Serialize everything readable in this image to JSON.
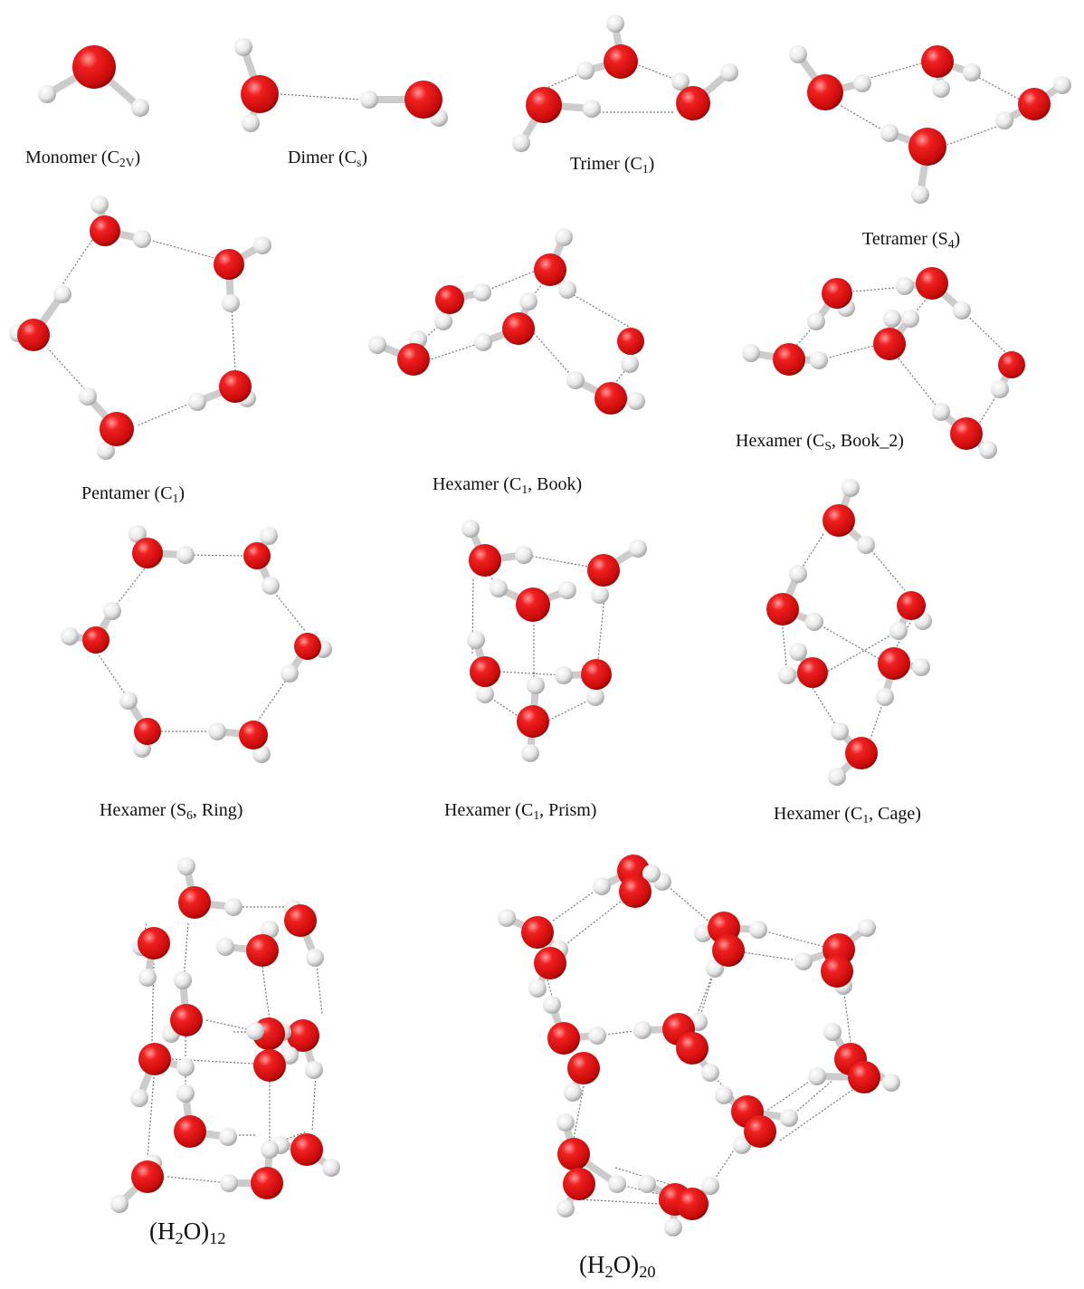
{
  "colors": {
    "oxygen": "#e01414",
    "hydrogen": "#f1f1f1",
    "bond": "#cccccc",
    "hbond": "#777777"
  },
  "clusters": [
    {
      "id": "monomer",
      "name": "Monomer",
      "sym_main": "C",
      "sym_sub": "2V",
      "extra": ""
    },
    {
      "id": "dimer",
      "name": "Dimer",
      "sym_main": "C",
      "sym_sub": "s",
      "extra": ""
    },
    {
      "id": "trimer",
      "name": "Trimer",
      "sym_main": "C",
      "sym_sub": "1",
      "extra": ""
    },
    {
      "id": "tetramer",
      "name": "Tetramer",
      "sym_main": "S",
      "sym_sub": "4",
      "extra": ""
    },
    {
      "id": "pentamer",
      "name": "Pentamer",
      "sym_main": "C",
      "sym_sub": "1",
      "extra": ""
    },
    {
      "id": "hex-book",
      "name": "Hexamer",
      "sym_main": "C",
      "sym_sub": "1",
      "extra": ", Book"
    },
    {
      "id": "hex-book2",
      "name": "Hexamer",
      "sym_main": "C",
      "sym_sub": "S",
      "extra": ", Book_2"
    },
    {
      "id": "hex-ring",
      "name": "Hexamer",
      "sym_main": "S",
      "sym_sub": "6",
      "extra": ", Ring"
    },
    {
      "id": "hex-prism",
      "name": "Hexamer",
      "sym_main": "C",
      "sym_sub": "1",
      "extra": ", Prism"
    },
    {
      "id": "hex-cage",
      "name": "Hexamer",
      "sym_main": "C",
      "sym_sub": "1",
      "extra": ", Cage"
    }
  ],
  "large_clusters": [
    {
      "id": "w12",
      "pre": "(H",
      "sub1": "2",
      "mid": "O)",
      "sub2": "12"
    },
    {
      "id": "w20",
      "pre": "(H",
      "sub1": "2",
      "mid": "O)",
      "sub2": "20"
    }
  ]
}
